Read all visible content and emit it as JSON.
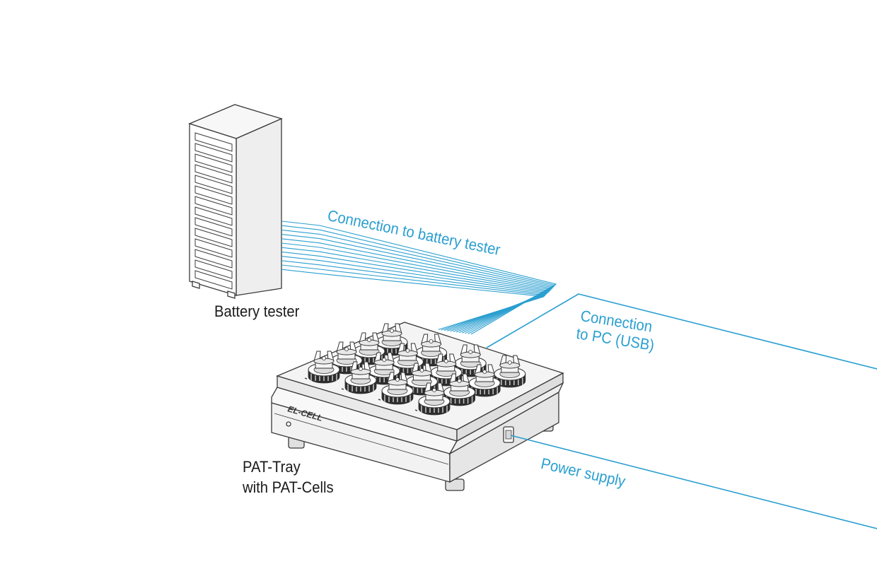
{
  "labels": {
    "battery_tester": "Battery tester",
    "connection_battery_tester": "Connection to battery tester",
    "connection_pc_line1": "Connection",
    "connection_pc_line2": "to PC (USB)",
    "power_supply": "Power supply",
    "pat_tray_line1": "PAT-Tray",
    "pat_tray_line2": "with PAT-Cells"
  },
  "brand": {
    "logo_text": "EL-CELL"
  },
  "colors": {
    "cable": "#2a9fd0",
    "outline": "#3a3a3a",
    "text": "#1a1a1a"
  },
  "cells": {
    "count": 16,
    "rows": 4,
    "columns": 4
  },
  "cable_bundle": {
    "wire_count": 12
  }
}
